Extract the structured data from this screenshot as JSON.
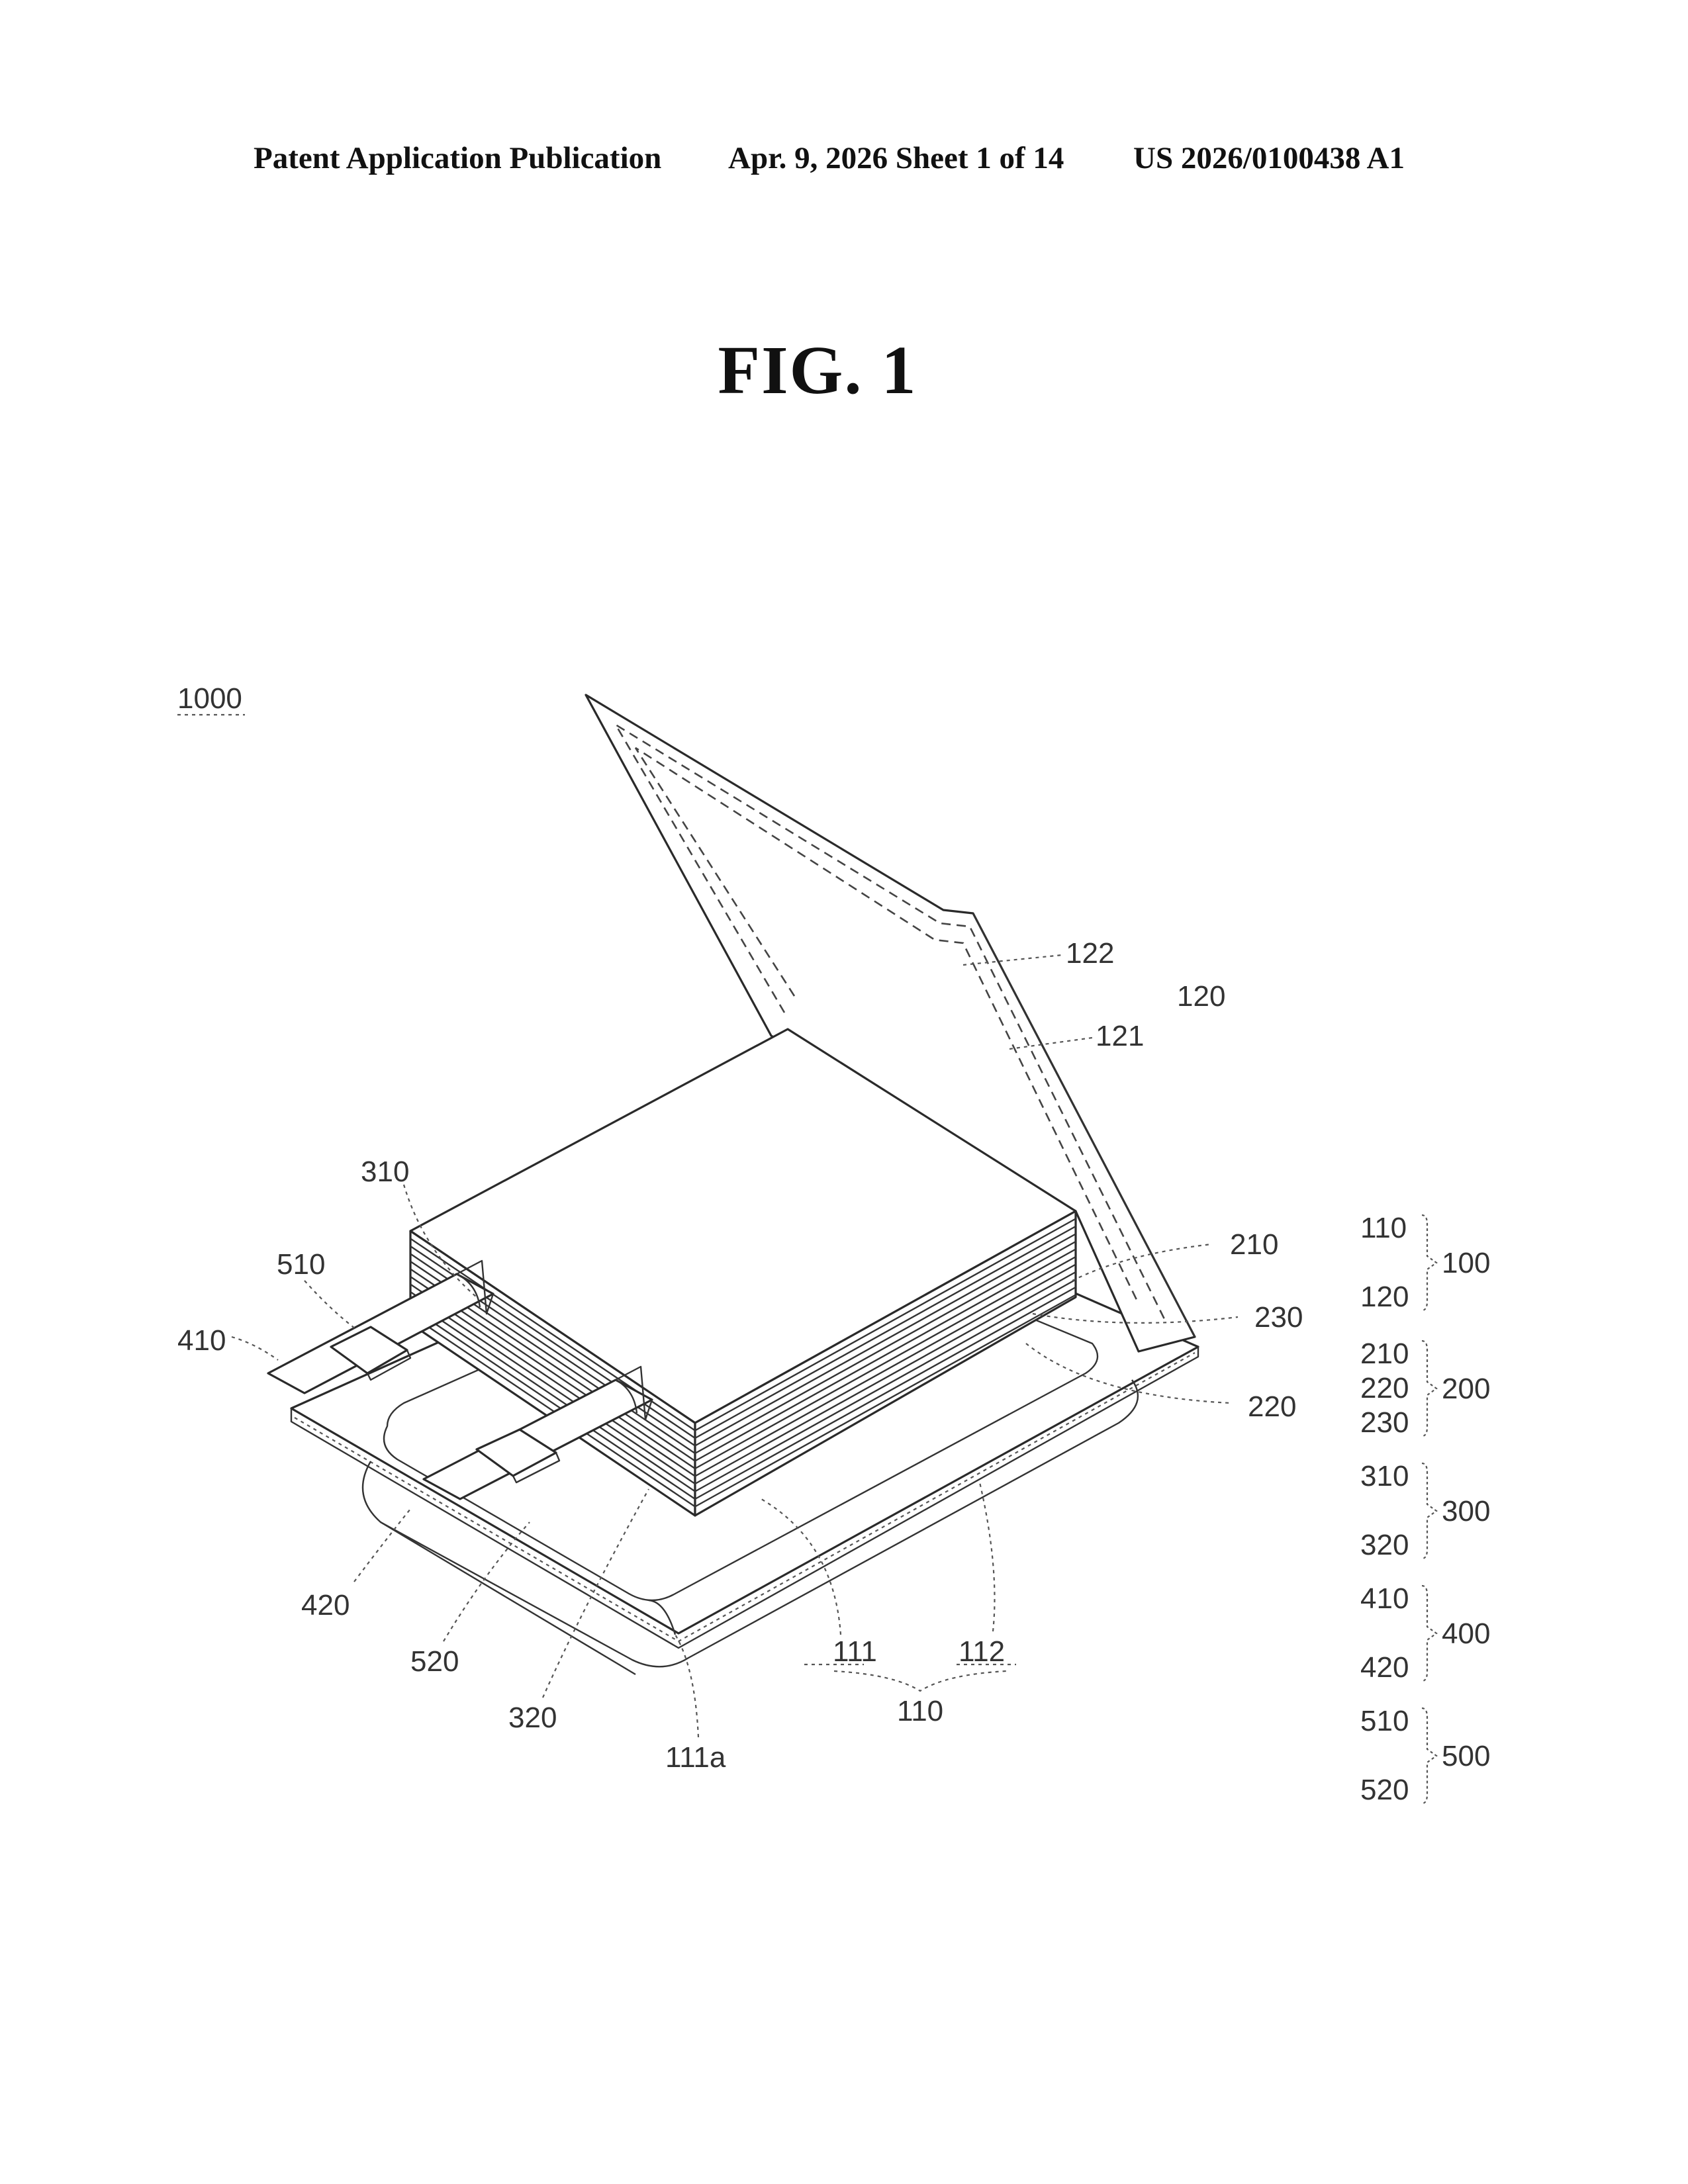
{
  "header": {
    "publication": "Patent Application Publication",
    "date_sheet": "Apr. 9, 2026  Sheet 1 of 14",
    "number": "US 2026/0100438 A1"
  },
  "figure": {
    "title": "FIG. 1",
    "assembly_label": "1000",
    "callouts": {
      "c122": "122",
      "c120": "120",
      "c121": "121",
      "c310": "310",
      "c510": "510",
      "c410": "410",
      "c210": "210",
      "c230": "230",
      "c220": "220",
      "c420": "420",
      "c520": "520",
      "c320": "320",
      "c111": "111",
      "c112": "112",
      "c110": "110",
      "c111a": "111a"
    },
    "legend": [
      {
        "parts": [
          "110",
          "120"
        ],
        "group": "100"
      },
      {
        "parts": [
          "210",
          "220",
          "230"
        ],
        "group": "200"
      },
      {
        "parts": [
          "310",
          "320"
        ],
        "group": "300"
      },
      {
        "parts": [
          "410",
          "420"
        ],
        "group": "400"
      },
      {
        "parts": [
          "510",
          "520"
        ],
        "group": "500"
      }
    ]
  }
}
